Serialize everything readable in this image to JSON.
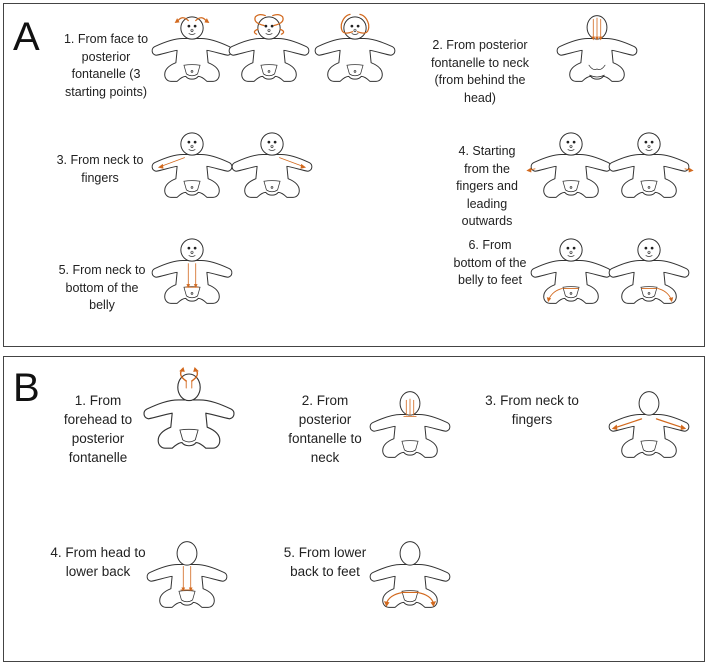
{
  "panel_a": {
    "letter": "A",
    "steps": [
      "1. From face to posterior fontanelle (3 starting points)",
      "2. From posterior fontanelle to neck (from behind the head)",
      "3. From neck to fingers",
      "4. Starting from the fingers and leading outwards",
      "5. From neck to bottom of the belly",
      "6. From bottom of the belly to feet"
    ]
  },
  "panel_b": {
    "letter": "B",
    "steps": [
      "1. From forehead to posterior fontanelle",
      "2. From posterior fontanelle to neck",
      "3. From neck to fingers",
      "4. From head to lower back",
      "5. From lower back to feet"
    ]
  },
  "colors": {
    "arrow": "#d2691e",
    "outline": "#333333",
    "border": "#444444"
  }
}
